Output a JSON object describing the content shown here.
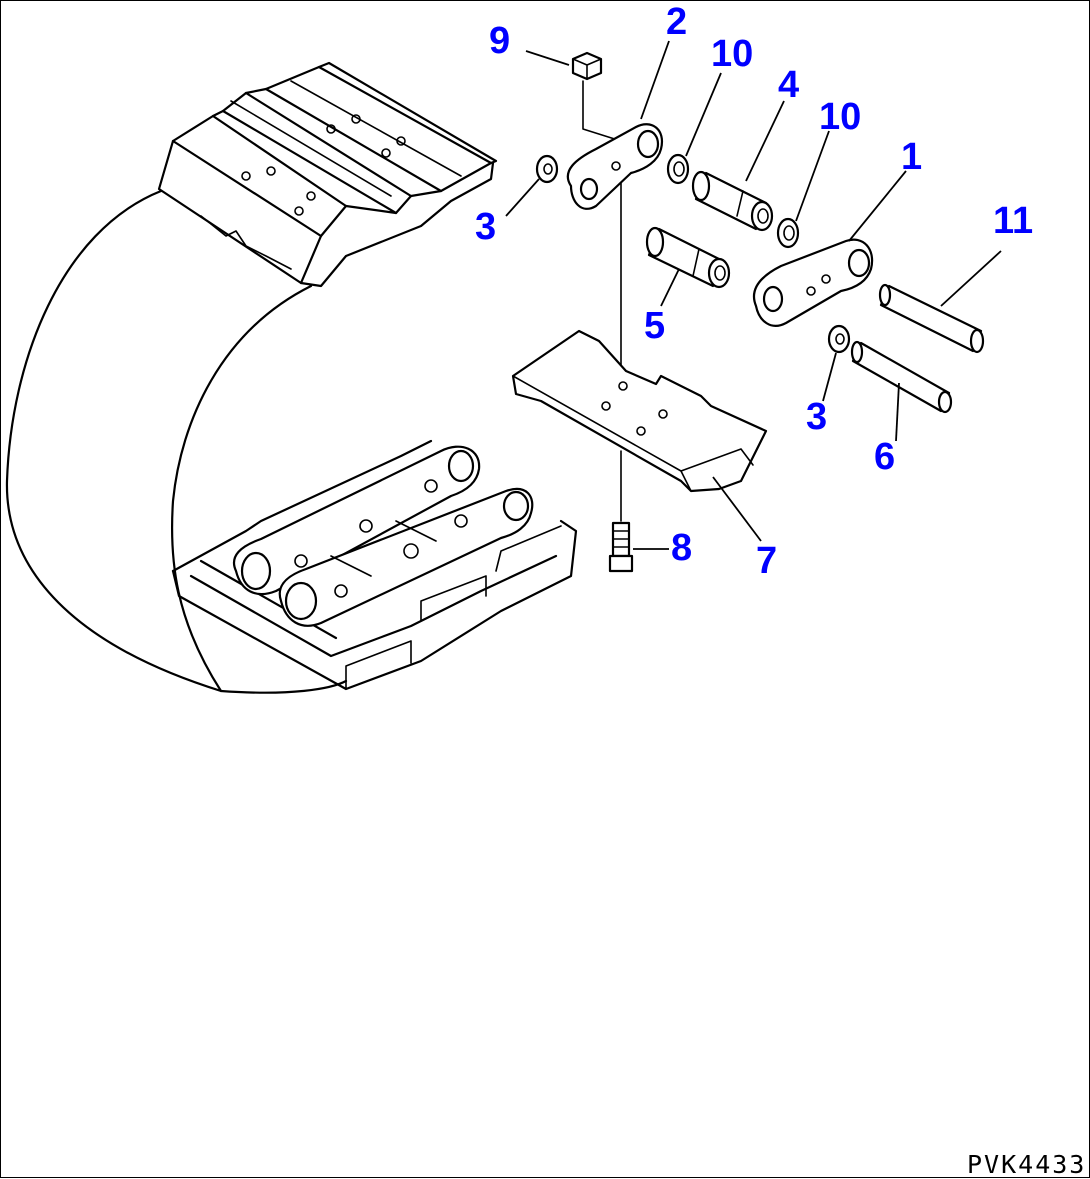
{
  "callouts": {
    "c1": "1",
    "c2": "2",
    "c3a": "3",
    "c3b": "3",
    "c4": "4",
    "c5": "5",
    "c6": "6",
    "c7": "7",
    "c8": "8",
    "c9": "9",
    "c10a": "10",
    "c10b": "10",
    "c11": "11"
  },
  "drawing_code": "PVK4433",
  "colors": {
    "callout": "#0000ff",
    "line": "#000000",
    "background": "#ffffff"
  }
}
